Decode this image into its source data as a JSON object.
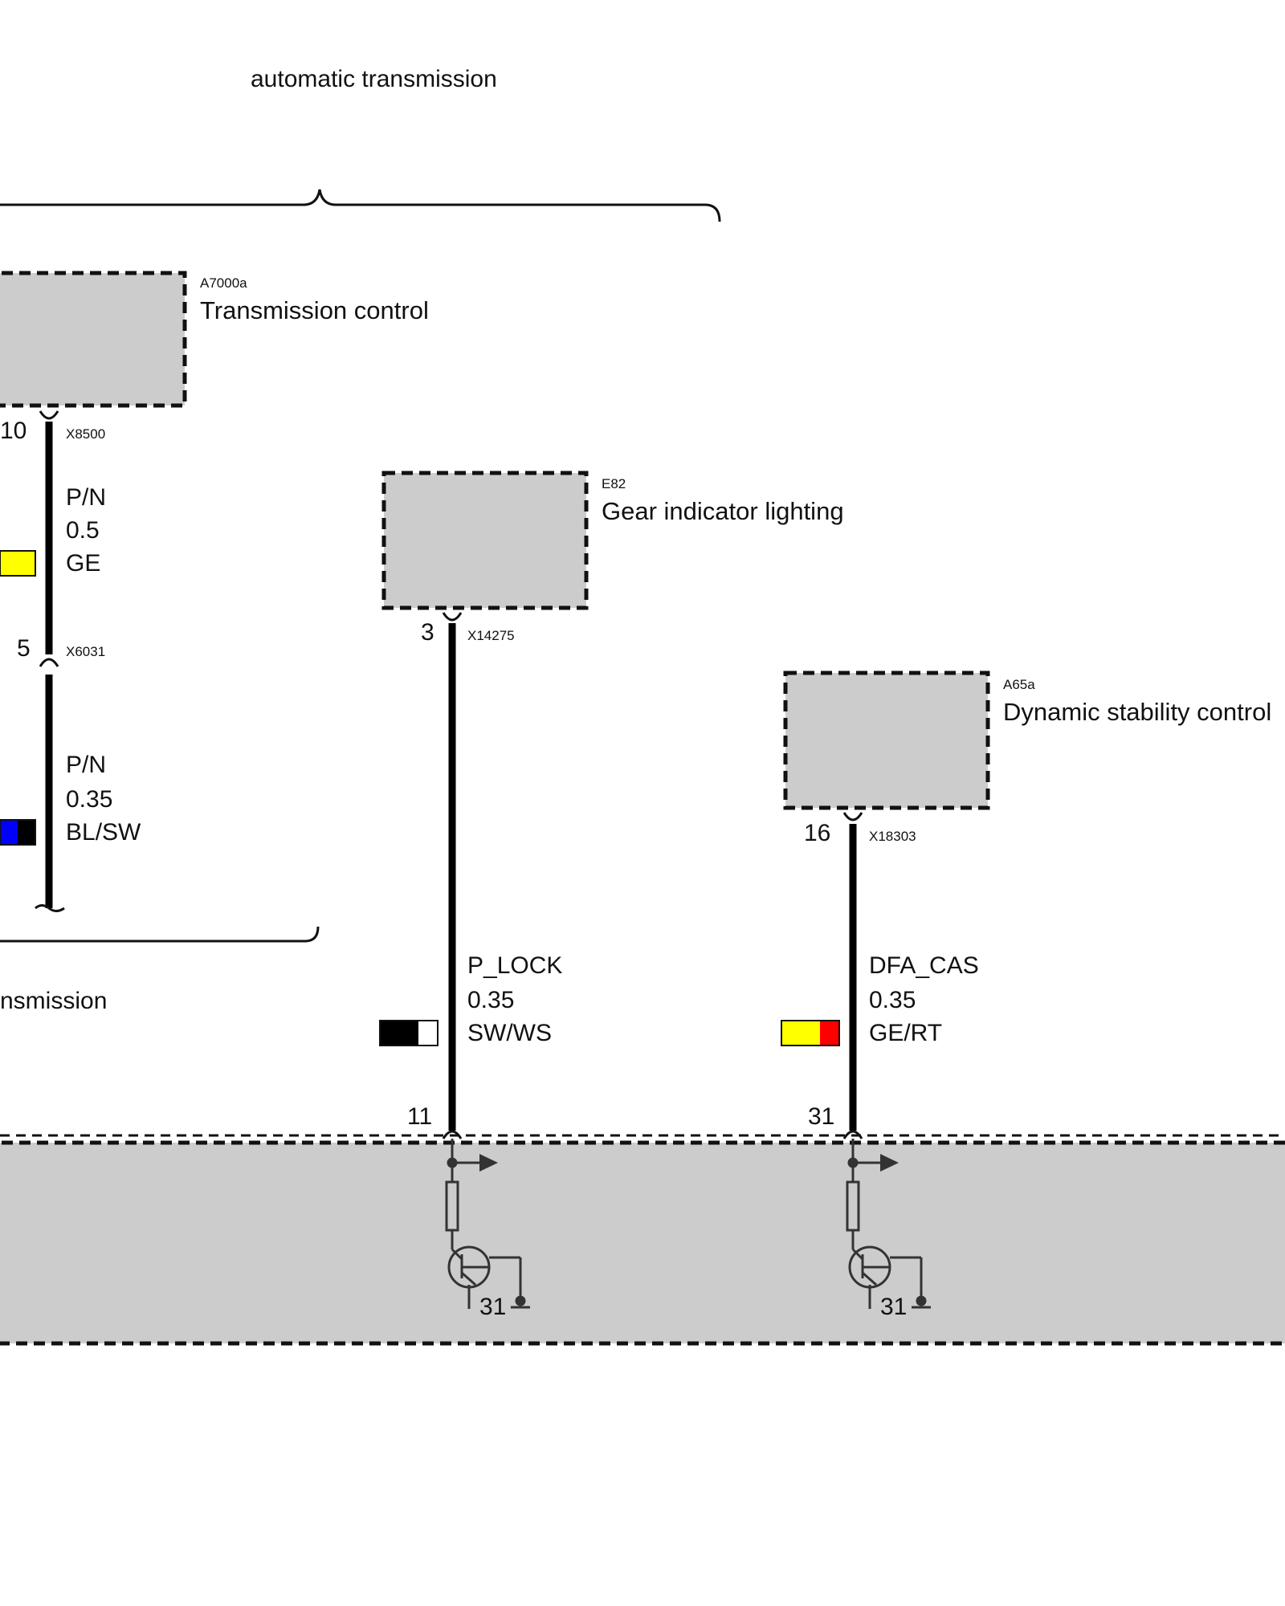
{
  "headings": {
    "top": "automatic transmission",
    "bottom": "nsmission"
  },
  "modules": {
    "transmission": {
      "code": "A7000a",
      "name": "Transmission control",
      "connector": "X8500",
      "pin": "10"
    },
    "gear_indicator": {
      "code": "E82",
      "name": "Gear indicator lighting",
      "connector": "X14275",
      "pin": "3"
    },
    "dsc": {
      "code": "A65a",
      "name": "Dynamic stability control",
      "connector": "X18303",
      "pin": "16"
    }
  },
  "splice": {
    "connector": "X6031",
    "pin": "5"
  },
  "wires": {
    "w1": {
      "signal": "P/N",
      "size": "0.5",
      "color_code": "GE",
      "colors": [
        "#ffff00"
      ]
    },
    "w2": {
      "signal": "P/N",
      "size": "0.35",
      "color_code": "BL/SW",
      "colors": [
        "#0000ff",
        "#000000"
      ]
    },
    "w3": {
      "signal": "P_LOCK",
      "size": "0.35",
      "color_code": "SW/WS",
      "colors": [
        "#000000",
        "#ffffff"
      ]
    },
    "w4": {
      "signal": "DFA_CAS",
      "size": "0.35",
      "color_code": "GE/RT",
      "colors": [
        "#ffff00",
        "#ff0000"
      ]
    }
  },
  "bottom_module": {
    "pin_left": "11",
    "pin_right": "31",
    "ground_left": "31",
    "ground_right": "31"
  },
  "colors": {
    "module_fill": "#cccccc",
    "wire": "#000000"
  }
}
